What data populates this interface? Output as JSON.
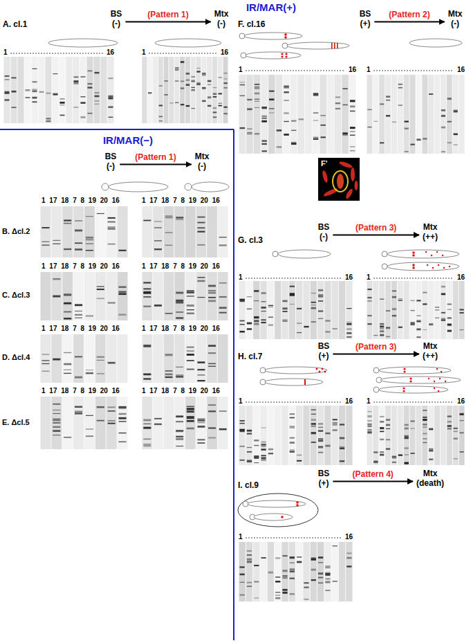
{
  "diagram": {
    "nodes": [
      {
        "text": [
          "BS",
          "(-)"
        ]
      },
      {
        "text": [
          "Mtx",
          "(-)"
        ]
      },
      {
        "text": [
          "BS",
          "(+)"
        ]
      },
      {
        "text": [
          "Mtx",
          "(-)"
        ]
      },
      {
        "text": [
          "BS",
          "(-)"
        ]
      },
      {
        "text": [
          "Mtx",
          "(-)"
        ]
      },
      {
        "text": [
          "BS",
          "(-)"
        ]
      },
      {
        "text": [
          "Mtx",
          "(++)"
        ]
      },
      {
        "text": [
          "BS",
          "(+)"
        ]
      },
      {
        "text": [
          "Mtx",
          "(++)"
        ]
      },
      {
        "text": [
          "BS",
          "(+)"
        ]
      },
      {
        "text": [
          "Mtx",
          "(death)"
        ]
      }
    ],
    "edges": [
      {
        "from": 0,
        "to": 1,
        "arrow": "to",
        "label": "(Pattern 1)"
      },
      {
        "from": 2,
        "to": 3,
        "arrow": "to",
        "label": "(Pattern 2)"
      },
      {
        "from": 4,
        "to": 5,
        "arrow": "to",
        "label": "(Pattern 1)"
      },
      {
        "from": 6,
        "to": 7,
        "arrow": "to",
        "label": "(Pattern 3)"
      },
      {
        "from": 8,
        "to": 9,
        "arrow": "to",
        "label": "(Pattern 3)"
      },
      {
        "from": 10,
        "to": 11,
        "arrow": "to",
        "label": "(Pattern 4)"
      }
    ],
    "labels": [
      "IR/MAR(+)",
      "A. cl.1",
      "1",
      "16",
      "1",
      "16",
      "F. cl.16",
      "1",
      "16",
      "1",
      "16",
      "F'",
      "IR/MAR(−)",
      "B. Δcl.2",
      "1 17 18 7 8 19 20 16",
      "1 17 18 7 8 19 20 16",
      "C. Δcl.3",
      "1 17 18 7 8 19 20 16",
      "1 17 18 7 8 19 20 16",
      "D. Δcl.4",
      "1 17 18 7 8 19 20 16",
      "1 17 18 7 8 19 20 16",
      "E. Δcl.5",
      "1 17 18 7 8 19 20 16",
      "1 17 18 7 8 19 20 16",
      "G. cl.3",
      "1",
      "16",
      "1",
      "16",
      "H. cl.7",
      "1",
      "16",
      "1",
      "16",
      "I. cl.9",
      "1",
      "16"
    ]
  }
}
